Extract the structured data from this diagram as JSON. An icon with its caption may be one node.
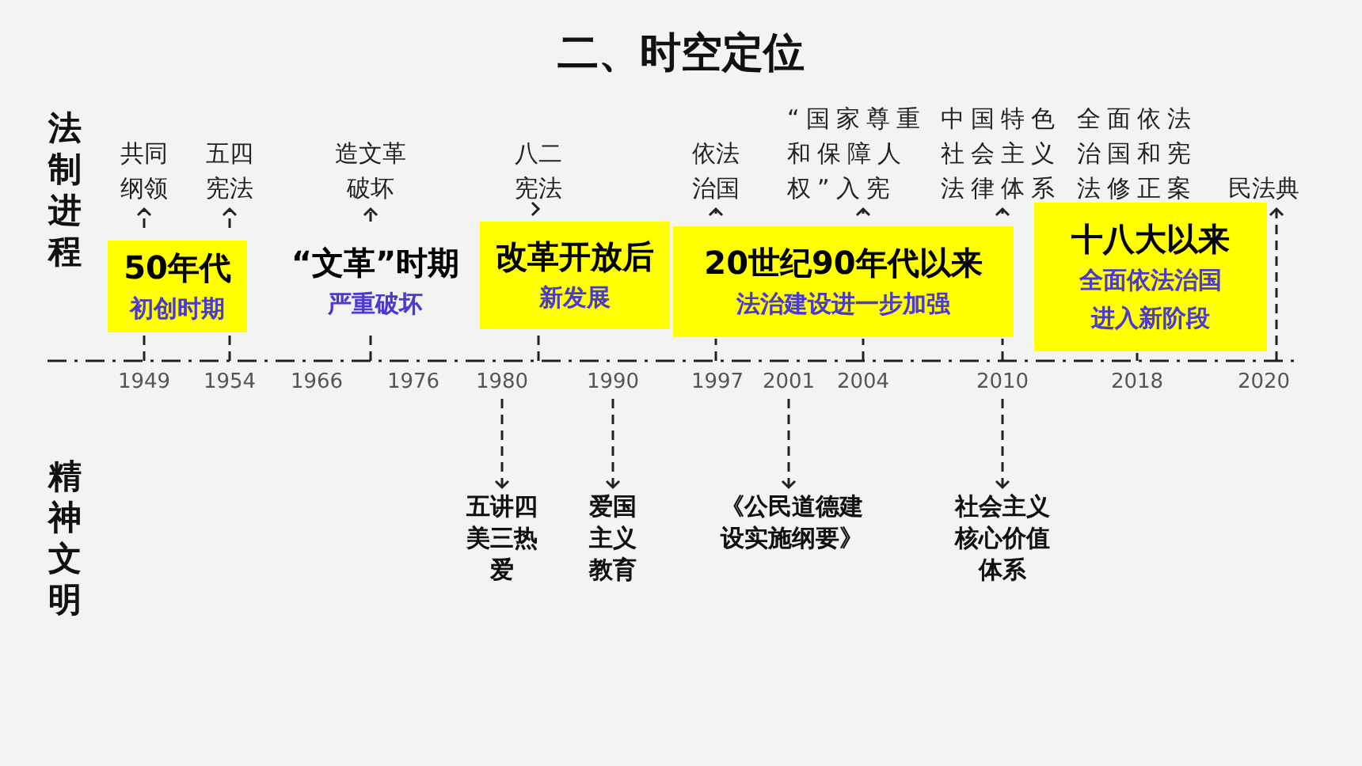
{
  "diagram": {
    "title": "二、时空定位",
    "nodes": [
      {
        "text": [
          "共同纲领"
        ]
      },
      {
        "text": [
          "五四宪法"
        ]
      },
      {
        "text": [
          "造文革破坏"
        ]
      },
      {
        "text": [
          "八二宪法"
        ]
      },
      {
        "text": [
          "依法治国"
        ]
      },
      {
        "text": [
          "“国家尊重和保障人权”入宪"
        ]
      },
      {
        "text": [
          "中国特色社会主义法律体系"
        ]
      },
      {
        "text": [
          "全面依法治国和宪法修正案"
        ]
      },
      {
        "text": [
          "民法典"
        ]
      },
      {
        "text": [
          "50年代",
          "初创时期"
        ]
      },
      {
        "text": [
          "“文革”时期",
          "严重破坏"
        ]
      },
      {
        "text": [
          "改革开放后",
          "新发展"
        ]
      },
      {
        "text": [
          "20世纪90年代以来",
          "法治建设进一步加强"
        ]
      },
      {
        "text": [
          "十八大以来",
          "全面依法治国",
          "进入新阶段"
        ]
      },
      {
        "text": [
          "1949"
        ]
      },
      {
        "text": [
          "1954"
        ]
      },
      {
        "text": [
          "1966"
        ]
      },
      {
        "text": [
          "1976"
        ]
      },
      {
        "text": [
          "1980"
        ]
      },
      {
        "text": [
          "1990"
        ]
      },
      {
        "text": [
          "1997"
        ]
      },
      {
        "text": [
          "2001"
        ]
      },
      {
        "text": [
          "2004"
        ]
      },
      {
        "text": [
          "2010"
        ]
      },
      {
        "text": [
          "2018"
        ]
      },
      {
        "text": [
          "2020"
        ]
      },
      {
        "text": [
          "五讲四美三热爱"
        ]
      },
      {
        "text": [
          "爱国主义教育"
        ]
      },
      {
        "text": [
          "《公民道德建设实施纲要》"
        ]
      },
      {
        "text": [
          "社会主义核心价值体系"
        ]
      }
    ],
    "edges": [
      {
        "from": null,
        "to": 0,
        "arrow": "to",
        "style": "dashed"
      },
      {
        "from": null,
        "to": 1,
        "arrow": "to",
        "style": "dashed"
      },
      {
        "from": null,
        "to": 2,
        "arrow": "to",
        "style": "dashed"
      },
      {
        "from": null,
        "to": 3,
        "arrow": "to",
        "style": "dashed"
      },
      {
        "from": null,
        "to": 4,
        "arrow": "to",
        "style": "dashed"
      },
      {
        "from": null,
        "to": 5,
        "arrow": "to",
        "style": "dashed"
      },
      {
        "from": null,
        "to": 6,
        "arrow": "to",
        "style": "dashed"
      },
      {
        "from": 25,
        "to": 8,
        "arrow": "to",
        "style": "dashed"
      },
      {
        "from": 18,
        "to": 26,
        "arrow": "to",
        "style": "dashed"
      },
      {
        "from": 19,
        "to": 27,
        "arrow": "to",
        "style": "dashed"
      },
      {
        "from": 21,
        "to": 28,
        "arrow": "to",
        "style": "dashed"
      },
      {
        "from": 23,
        "to": 29,
        "arrow": "to",
        "style": "dashed"
      }
    ],
    "labels": [
      "法制进程",
      "精神文明"
    ]
  }
}
